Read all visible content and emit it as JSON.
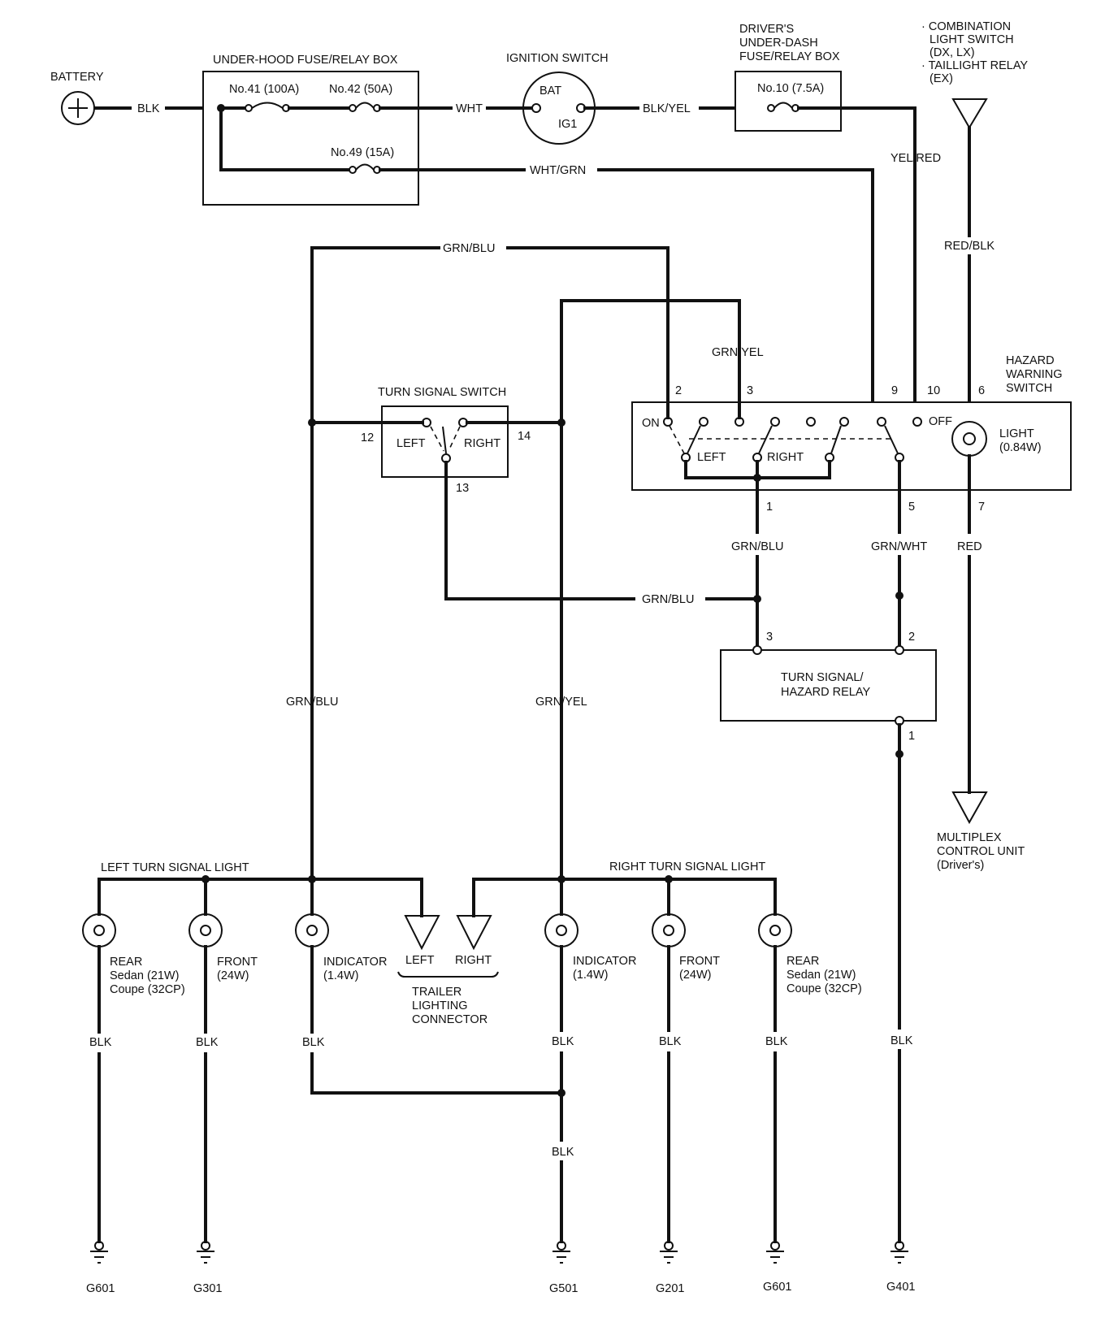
{
  "labels": {
    "battery": "BATTERY",
    "underhood_box": "UNDER-HOOD FUSE/RELAY BOX",
    "fuse41": "No.41 (100A)",
    "fuse42": "No.42 (50A)",
    "fuse49": "No.49 (15A)",
    "ignition_switch": "IGNITION SWITCH",
    "bat": "BAT",
    "ig1": "IG1",
    "underdash_box_1": "DRIVER'S",
    "underdash_box_2": "UNDER-DASH",
    "underdash_box_3": "FUSE/RELAY BOX",
    "fuse10": "No.10 (7.5A)",
    "combo_1": "· COMBINATION",
    "combo_2": "LIGHT SWITCH",
    "combo_3": "(DX, LX)",
    "combo_4": "· TAILLIGHT RELAY",
    "combo_5": "(EX)",
    "hazard_1": "HAZARD",
    "hazard_2": "WARNING",
    "hazard_3": "SWITCH",
    "on": "ON",
    "off": "OFF",
    "hz_left": "LEFT",
    "hz_right": "RIGHT",
    "light_1": "LIGHT",
    "light_2": "(0.84W)",
    "tss": "TURN SIGNAL SWITCH",
    "tss_left": "LEFT",
    "tss_right": "RIGHT",
    "relay_1": "TURN SIGNAL/",
    "relay_2": "HAZARD RELAY",
    "mcu_1": "MULTIPLEX",
    "mcu_2": "CONTROL UNIT",
    "mcu_3": "(Driver's)",
    "left_tsl": "LEFT TURN SIGNAL LIGHT",
    "right_tsl": "RIGHT TURN SIGNAL LIGHT",
    "rear": "REAR",
    "sedan": "Sedan (21W)",
    "coupe": "Coupe (32CP)",
    "front": "FRONT",
    "front_w": "(24W)",
    "indicator": "INDICATOR",
    "indicator_w": "(1.4W)",
    "trailer_left": "LEFT",
    "trailer_right": "RIGHT",
    "trailer_1": "TRAILER",
    "trailer_2": "LIGHTING",
    "trailer_3": "CONNECTOR"
  },
  "wires": {
    "blk": "BLK",
    "wht": "WHT",
    "blk_yel": "BLK/YEL",
    "wht_grn": "WHT/GRN",
    "yel_red": "YEL/RED",
    "red_blk": "RED/BLK",
    "grn_blu": "GRN/BLU",
    "grn_yel": "GRN/YEL",
    "grn_wht": "GRN/WHT",
    "red": "RED"
  },
  "pins": {
    "p2": "2",
    "p3": "3",
    "p9": "9",
    "p10": "10",
    "p6": "6",
    "p12": "12",
    "p14": "14",
    "p13": "13",
    "p1": "1",
    "p5": "5",
    "p7": "7",
    "r3": "3",
    "r2": "2",
    "r1": "1"
  },
  "grounds": {
    "g601a": "G601",
    "g301": "G301",
    "g501": "G501",
    "g201": "G201",
    "g601b": "G601",
    "g401": "G401"
  }
}
